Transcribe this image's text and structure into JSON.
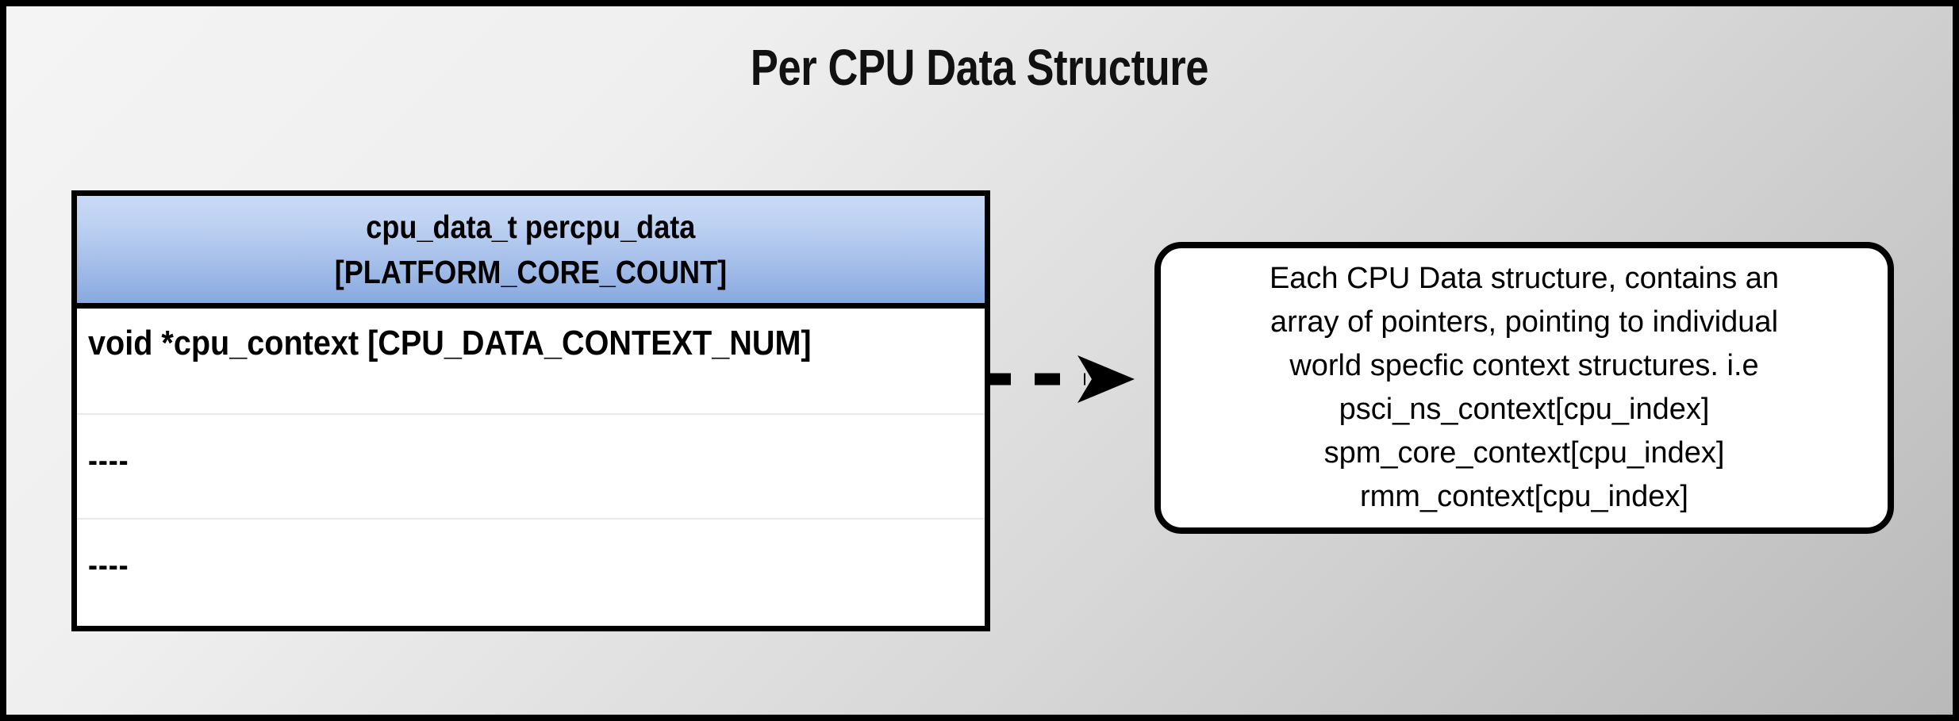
{
  "diagram": {
    "title": "Per CPU Data Structure",
    "background": {
      "from_color": "#f4f4f4",
      "to_color": "#b9b9b9",
      "border_color": "#000000"
    }
  },
  "struct_table": {
    "header": {
      "line1": "cpu_data_t percpu_data",
      "line2": "[PLATFORM_CORE_COUNT]",
      "gradient_top": "#c9d9f5",
      "gradient_bottom": "#87a9e0"
    },
    "rows": [
      {
        "text": "void *cpu_context [CPU_DATA_CONTEXT_NUM]"
      },
      {
        "text": "----"
      },
      {
        "text": "----"
      }
    ]
  },
  "connector": {
    "icon": "dashed-arrow-right-icon",
    "direction": "right",
    "style": "dashed",
    "color": "#000000"
  },
  "callout": {
    "lines": [
      "Each CPU Data structure, contains an",
      "array of pointers, pointing to individual",
      "world specfic context structures. i.e",
      "psci_ns_context[cpu_index]",
      "spm_core_context[cpu_index]",
      "rmm_context[cpu_index]"
    ],
    "border_color": "#000000",
    "background": "#ffffff"
  }
}
